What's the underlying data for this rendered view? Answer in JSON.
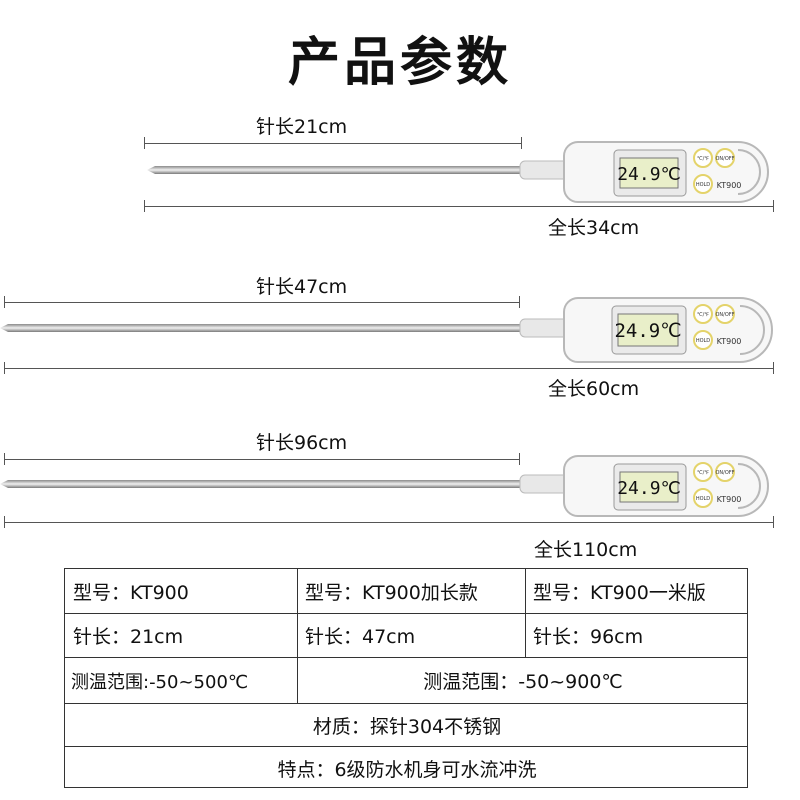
{
  "title": "产品参数",
  "probes": [
    {
      "needle_label": "针长21cm",
      "total_label": "全长34cm",
      "lcd": "24.9℃",
      "model": "KT900",
      "btn_unit": "℃/℉",
      "btn_onoff": "ON/OFF",
      "btn_hold": "HOLD"
    },
    {
      "needle_label": "针长47cm",
      "total_label": "全长60cm",
      "lcd": "24.9℃",
      "model": "KT900",
      "btn_unit": "℃/℉",
      "btn_onoff": "ON/OFF",
      "btn_hold": "HOLD"
    },
    {
      "needle_label": "针长96cm",
      "total_label": "全长110cm",
      "lcd": "24.9℃",
      "model": "KT900",
      "btn_unit": "℃/℉",
      "btn_onoff": "ON/OFF",
      "btn_hold": "HOLD"
    }
  ],
  "spec_table": {
    "models": [
      "型号：KT900",
      "型号：KT900加长款",
      "型号：KT900一米版"
    ],
    "needles": [
      "针长：21cm",
      "针长：47cm",
      "针长：96cm"
    ],
    "range_short": "测温范围:-50~500℃",
    "range_long": "测温范围：-50~900℃",
    "material": "材质：探针304不锈钢",
    "feature": "特点：6级防水机身可水流冲洗"
  },
  "colors": {
    "body": "#f7f7f7",
    "outline": "#bdbdbd",
    "lcd_bg": "#e9efc9",
    "needle": "#c9c9c9"
  }
}
